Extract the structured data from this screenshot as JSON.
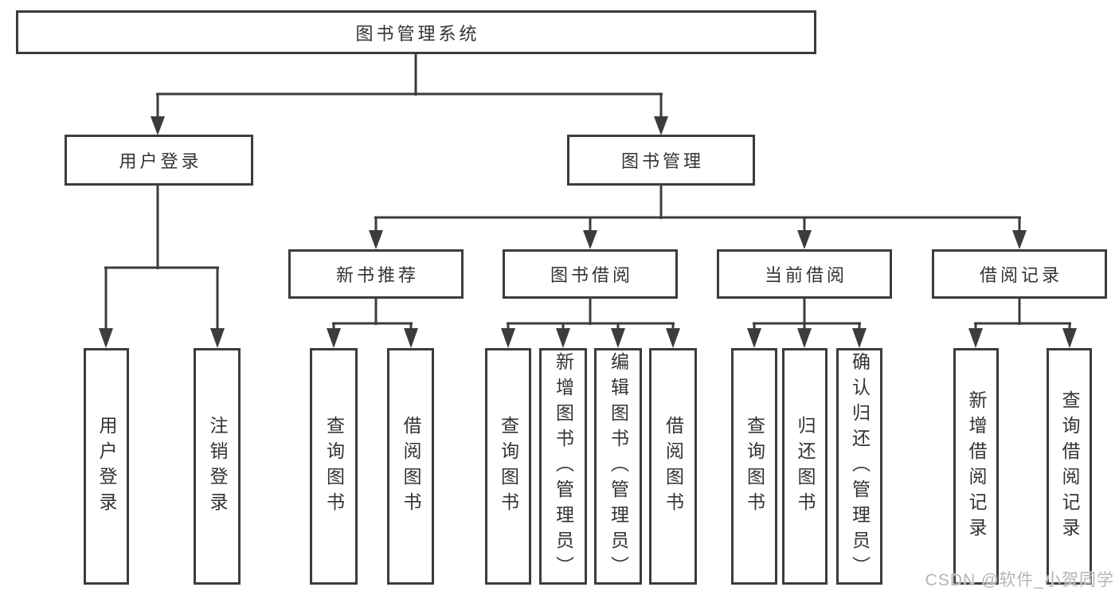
{
  "colors": {
    "line": "#3c3c3c",
    "text": "#333333",
    "box-bg": "#ffffff",
    "watermark": "#b5b5b5"
  },
  "watermark": {
    "text": "CSDN @软件_小贺同学"
  },
  "tree": {
    "label": "图书管理系统",
    "children": [
      {
        "label": "用户登录",
        "children": [
          {
            "label": "用户登录"
          },
          {
            "label": "注销登录"
          }
        ]
      },
      {
        "label": "图书管理",
        "children": [
          {
            "label": "新书推荐",
            "children": [
              {
                "label": "查询图书"
              },
              {
                "label": "借阅图书"
              }
            ]
          },
          {
            "label": "图书借阅",
            "children": [
              {
                "label": "查询图书"
              },
              {
                "label": "新增图书（管理员）"
              },
              {
                "label": "编辑图书（管理员）"
              },
              {
                "label": "借阅图书"
              }
            ]
          },
          {
            "label": "当前借阅",
            "children": [
              {
                "label": "查询图书"
              },
              {
                "label": "归还图书"
              },
              {
                "label": "确认归还（管理员）"
              }
            ]
          },
          {
            "label": "借阅记录",
            "children": [
              {
                "label": "新增借阅记录"
              },
              {
                "label": "查询借阅记录"
              }
            ]
          }
        ]
      }
    ]
  }
}
